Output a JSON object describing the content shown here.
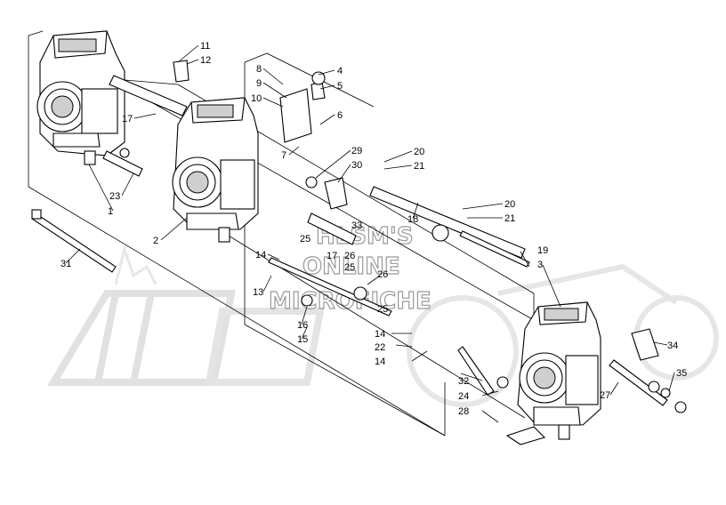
{
  "watermark": {
    "line1": "HLSM'S",
    "line2": "ONLINE",
    "line3": "MICROFICHE"
  },
  "callouts": [
    {
      "id": "c11",
      "text": "11"
    },
    {
      "id": "c12",
      "text": "12"
    },
    {
      "id": "c8",
      "text": "8"
    },
    {
      "id": "c9",
      "text": "9"
    },
    {
      "id": "c10",
      "text": "10"
    },
    {
      "id": "c4",
      "text": "4"
    },
    {
      "id": "c5",
      "text": "5"
    },
    {
      "id": "c6",
      "text": "6"
    },
    {
      "id": "c7",
      "text": "7"
    },
    {
      "id": "c17a",
      "text": "17"
    },
    {
      "id": "c29",
      "text": "29"
    },
    {
      "id": "c30",
      "text": "30"
    },
    {
      "id": "c20a",
      "text": "20"
    },
    {
      "id": "c21a",
      "text": "21"
    },
    {
      "id": "c18",
      "text": "18"
    },
    {
      "id": "c20b",
      "text": "20"
    },
    {
      "id": "c21b",
      "text": "21"
    },
    {
      "id": "c23",
      "text": "23"
    },
    {
      "id": "c1",
      "text": "1"
    },
    {
      "id": "c2",
      "text": "2"
    },
    {
      "id": "c33",
      "text": "33"
    },
    {
      "id": "c25a",
      "text": "25"
    },
    {
      "id": "c17b",
      "text": "17"
    },
    {
      "id": "c26a",
      "text": "26"
    },
    {
      "id": "c25b",
      "text": "25"
    },
    {
      "id": "c26b",
      "text": "26"
    },
    {
      "id": "c25c",
      "text": "25"
    },
    {
      "id": "c14a",
      "text": "14"
    },
    {
      "id": "c13",
      "text": "13"
    },
    {
      "id": "c16",
      "text": "16"
    },
    {
      "id": "c15",
      "text": "15"
    },
    {
      "id": "c31",
      "text": "31"
    },
    {
      "id": "c19",
      "text": "19"
    },
    {
      "id": "c3",
      "text": "3"
    },
    {
      "id": "c14b",
      "text": "14"
    },
    {
      "id": "c22",
      "text": "22"
    },
    {
      "id": "c14c",
      "text": "14"
    },
    {
      "id": "c32",
      "text": "32"
    },
    {
      "id": "c24",
      "text": "24"
    },
    {
      "id": "c28",
      "text": "28"
    },
    {
      "id": "c34",
      "text": "34"
    },
    {
      "id": "c35",
      "text": "35"
    },
    {
      "id": "c27",
      "text": "27"
    }
  ]
}
